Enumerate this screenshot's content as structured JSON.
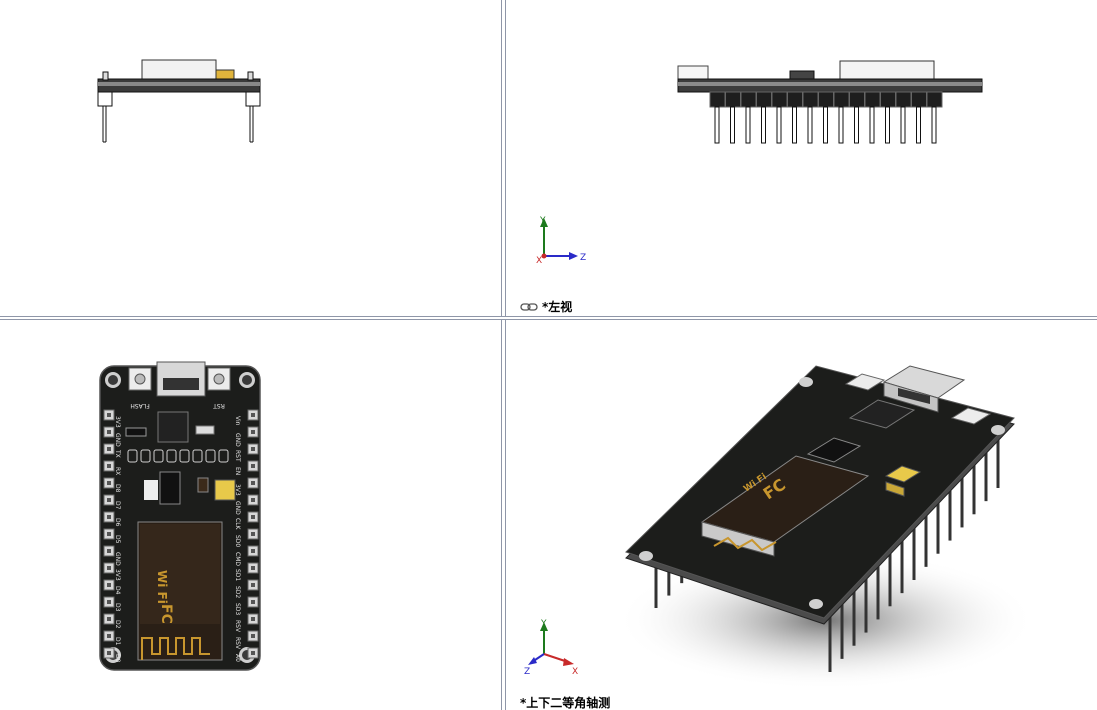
{
  "views": {
    "top_left": {
      "label": ""
    },
    "top_right": {
      "label": "*左视",
      "triad": {
        "y": "Y",
        "x": "X",
        "z": "Z"
      }
    },
    "bottom_left": {
      "label": ""
    },
    "bottom_right": {
      "label": "*上下二等角轴测",
      "triad": {
        "y": "Y",
        "x": "X",
        "z": "Z"
      }
    }
  },
  "board": {
    "silk_left": [
      "3V3",
      "GND",
      "TX",
      "RX",
      "D8",
      "D7",
      "D6",
      "D5",
      "GND",
      "3V3",
      "D4",
      "D3",
      "D2",
      "D1",
      "D0"
    ],
    "silk_right": [
      "Vin",
      "GND",
      "RST",
      "EN",
      "3V3",
      "GND",
      "CLK",
      "SD0",
      "CMD",
      "SD1",
      "SD2",
      "SD3",
      "RSV",
      "RSV",
      "A0"
    ],
    "button_left": "FLASH",
    "button_right": "RST",
    "module_text": "Wi Fi",
    "fcc_mark": "FC"
  },
  "colors": {
    "pcb": "#1c1d1b",
    "silk": "#e8e8e8",
    "gold": "#c8962e",
    "module": "#2a1f16",
    "frame": "#8f96a8"
  }
}
